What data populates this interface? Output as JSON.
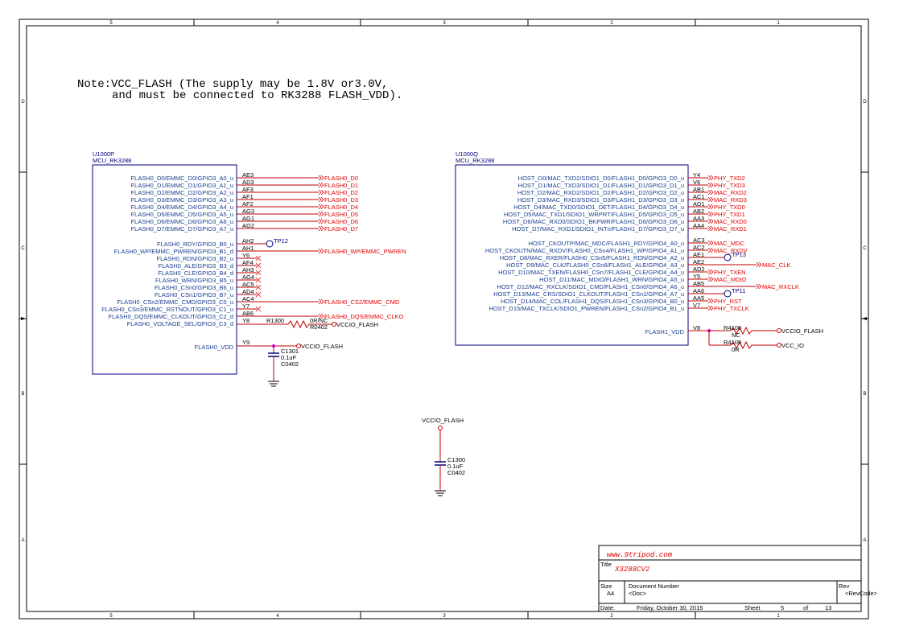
{
  "border": {
    "cols": [
      "5",
      "4",
      "3",
      "2",
      "1"
    ],
    "rows": [
      "D",
      "C",
      "B",
      "A"
    ]
  },
  "note": {
    "line1": "Note:VCC_FLASH (The supply may be 1.8V or3.0V,",
    "line2": "and must be connected to RK3288 FLASH_VDD)."
  },
  "u1000p": {
    "ref": "U1000P",
    "part": "MCU_RK3288",
    "pins_group1": [
      {
        "name": "FLASH0_D0/EMMC_D0/GPIO3_A0_u",
        "ball": "AE3",
        "net": "FLASH0_D0"
      },
      {
        "name": "FLASH0_D1/EMMC_D1/GPIO3_A1_u",
        "ball": "AD3",
        "net": "FLASH0_D1"
      },
      {
        "name": "FLASH0_D2/EMMC_D2/GPIO3_A2_u",
        "ball": "AF3",
        "net": "FLASH0_D2"
      },
      {
        "name": "FLASH0_D3/EMMC_D3/GPIO3_A3_u",
        "ball": "AF1",
        "net": "FLASH0_D3"
      },
      {
        "name": "FLASH0_D4/EMMC_D4/GPIO3_A4_u",
        "ball": "AF2",
        "net": "FLASH0_D4"
      },
      {
        "name": "FLASH0_D5/EMMC_D5/GPIO3_A5_u",
        "ball": "AG3",
        "net": "FLASH0_D5"
      },
      {
        "name": "FLASH0_D6/EMMC_D6/GPIO3_A6_u",
        "ball": "AG1",
        "net": "FLASH0_D6"
      },
      {
        "name": "FLASH0_D7/EMMC_D7/GPIO3_A7_u",
        "ball": "AG2",
        "net": "FLASH0_D7"
      }
    ],
    "pins_group2": [
      {
        "name": "FLASH0_RDY/GPIO3_B0_u",
        "ball": "AH2",
        "conn": "tp",
        "net": "TP12"
      },
      {
        "name": "FLASH0_WP/EMMC_PWREN/GPIO3_B1_d",
        "ball": "AH1",
        "conn": "net",
        "net": "FLASH0_WP/EMMC_PWREN"
      },
      {
        "name": "FLASH0_RDN/GPIO3_B2_u",
        "ball": "Y6",
        "conn": "nc",
        "net": ""
      },
      {
        "name": "FLASH0_ALE/GPIO3_B3_d",
        "ball": "AF4",
        "conn": "nc",
        "net": ""
      },
      {
        "name": "FLASH0_CLE/GPIO3_B4_d",
        "ball": "AH3",
        "conn": "nc",
        "net": ""
      },
      {
        "name": "FLASH0_WRN/GPIO3_B5_u",
        "ball": "AG4",
        "conn": "nc",
        "net": ""
      },
      {
        "name": "FLASH0_CSn0/GPIO3_B6_u",
        "ball": "AC5",
        "conn": "nc",
        "net": ""
      },
      {
        "name": "FLASH0_CSn1/GPIO3_B7_u",
        "ball": "AD4",
        "conn": "nc",
        "net": ""
      },
      {
        "name": "FLASH0_CSn2/EMMC_CMD/GPIO3_C0_u",
        "ball": "AC4",
        "conn": "net",
        "net": "FLASH0_CS2/EMMC_CMD"
      },
      {
        "name": "FLASH0_CSn3/EMMC_RSTNOUT/GPIO3_C1_u",
        "ball": "Y7",
        "conn": "nc",
        "net": ""
      },
      {
        "name": "FLASH0_DQS/EMMC_CLKOUT/GPIO3_C2_d",
        "ball": "AB6",
        "conn": "net",
        "net": "FLASH0_DQS/EMMC_CLKO"
      },
      {
        "name": "FLASH0_VOLTAGE_SEL/GPIO3_C3_d",
        "ball": "Y8",
        "conn": "res",
        "net": ""
      }
    ],
    "vdd_pin": {
      "name": "FLASH0_VDD",
      "ball": "Y9",
      "net": "VCCIO_FLASH"
    },
    "r1300": {
      "ref": "R1300",
      "value": "0R/NC",
      "package": "R0402",
      "net": "VCCIO_FLASH"
    },
    "c1301": {
      "ref": "C1301",
      "value": "0.1uF",
      "package": "C0402"
    }
  },
  "u1000q": {
    "ref": "U1000Q",
    "part": "MCU_RK3288",
    "pins_group1": [
      {
        "name": "HOST_D0/MAC_TXD2/SDIO1_D0/FLASH1_D0/GPIO3_D0_u",
        "ball": "Y4",
        "conn": "net",
        "net": "PHY_TXD2"
      },
      {
        "name": "HOST_D1/MAC_TXD3/SDIO1_D1/FLASH1_D1/GPIO3_D1_u",
        "ball": "V6",
        "conn": "net",
        "net": "PHY_TXD3"
      },
      {
        "name": "HOST_D2/MAC_RXD2/SDIO1_D2/FLASH1_D2/GPIO3_D2_u",
        "ball": "AB1",
        "conn": "net",
        "net": "MAC_RXD2"
      },
      {
        "name": "HOST_D3/MAC_RXD3/SDIO1_D3/FLASH1_D3/GPIO3_D3_u",
        "ball": "AC1",
        "conn": "net",
        "net": "MAC_RXD3"
      },
      {
        "name": "HOST_D4/MAC_TXD0/SDIO1_DET/FLASH1_D4/GPIO3_D4_u",
        "ball": "AD1",
        "conn": "net",
        "net": "PHY_TXD0"
      },
      {
        "name": "HOST_D5/MAC_TXD1/SDIO1_WRPRT/FLASH1_D5/GPIO3_D5_u",
        "ball": "AB2",
        "conn": "net",
        "net": "PHY_TXD1"
      },
      {
        "name": "HOST_D6/MAC_RXD0/SDIO1_BKPWR/FLASH1_D6/GPIO3_D6_u",
        "ball": "AA3",
        "conn": "net",
        "net": "MAC_RXD0"
      },
      {
        "name": "HOST_D7/MAC_RXD1/SDIO1_INTn/FLASH1_D7/GPIO3_D7_u",
        "ball": "AA4",
        "conn": "net",
        "net": "MAC_RXD1"
      }
    ],
    "pins_group2": [
      {
        "name": "HOST_CKOUTP/MAC_MDC/FLASH1_RDY/GPIO4_A0_u",
        "ball": "AC3",
        "conn": "net",
        "net": "MAC_MDC"
      },
      {
        "name": "HOST_CKOUTN/MAC_RXDV/FLASH0_CSn4/FLASH1_WP/GPIO4_A1_u",
        "ball": "AC2",
        "conn": "net",
        "net": "MAC_RXDV"
      },
      {
        "name": "HOST_D8/MAC_RXER/FLASH0_CSn5/FLASH1_RDN/GPIO4_A2_u",
        "ball": "AE1",
        "conn": "tp",
        "net": "TP13"
      },
      {
        "name": "HOST_D9/MAC_CLK/FLASH0_CSn6/FLASH1_ALE/GPIO4_A3_u",
        "ball": "AE2",
        "conn": "long",
        "net": "MAC_CLK"
      },
      {
        "name": "HOST_D10/MAC_TXEN/FLASH0_CSn7/FLASH1_CLE/GPIO4_A4_u",
        "ball": "AD2",
        "conn": "net",
        "net": "PHY_TXEN"
      },
      {
        "name": "HOST_D11/MAC_MDIO/FLASH1_WRN/GPIO4_A5_u",
        "ball": "Y5",
        "conn": "net",
        "net": "MAC_MDIO"
      },
      {
        "name": "HOST_D12/MAC_RXCLK/SDIO1_CMD/FLASH1_CSn0/GPIO4_A6_u",
        "ball": "AB5",
        "conn": "long",
        "net": "MAC_RXCLK"
      },
      {
        "name": "HOST_D13/MAC_CRS/SDIO1_CLKOUT/FLASH1_CSn1/GPIO4_A7_u",
        "ball": "AA6",
        "conn": "tp",
        "net": "TP11"
      },
      {
        "name": "HOST_D14/MAC_COL/FLASH1_DQS/FLASH1_CSn3/GPIO4_B0_u",
        "ball": "AA5",
        "conn": "net",
        "net": "PHY_RST"
      },
      {
        "name": "HOST_D15/MAC_TXCLK/SDIO1_PWREN/FLASH1_CSn2/GPIO4_B1_u",
        "ball": "V7",
        "conn": "net",
        "net": "PHY_TXCLK"
      }
    ],
    "vdd_pin": {
      "name": "FLASH1_VDD",
      "ball": "V8"
    },
    "r4108": {
      "ref": "R4108",
      "value": "NC",
      "net": "VCCIO_FLASH"
    },
    "r4109": {
      "ref": "R4109",
      "value": "0R",
      "net": "VCC_IO"
    }
  },
  "c1300": {
    "net": "VCCIO_FLASH",
    "ref": "C1300",
    "value": "0.1uF",
    "package": "C0402"
  },
  "title_block": {
    "website": "www.9tripod.com",
    "title_label": "Title",
    "title": "X3288CV2",
    "size_label": "Size",
    "size": "A4",
    "docnum_label": "Document Number",
    "docnum": "<Doc>",
    "rev_label": "Rev",
    "rev": "<RevCode>",
    "date_label": "Date:",
    "date": "Friday, October 30, 2015",
    "sheet_label": "Sheet",
    "sheet": "5",
    "of_label": "of",
    "total": "13"
  },
  "colors": {
    "frame": "#000000",
    "component": "#000080",
    "pin_text": "#1a3d8f",
    "net_text": "#e00000",
    "wire": "#c00000",
    "nc": "#e04040",
    "power": "#000000",
    "junction": "#d000d0"
  }
}
